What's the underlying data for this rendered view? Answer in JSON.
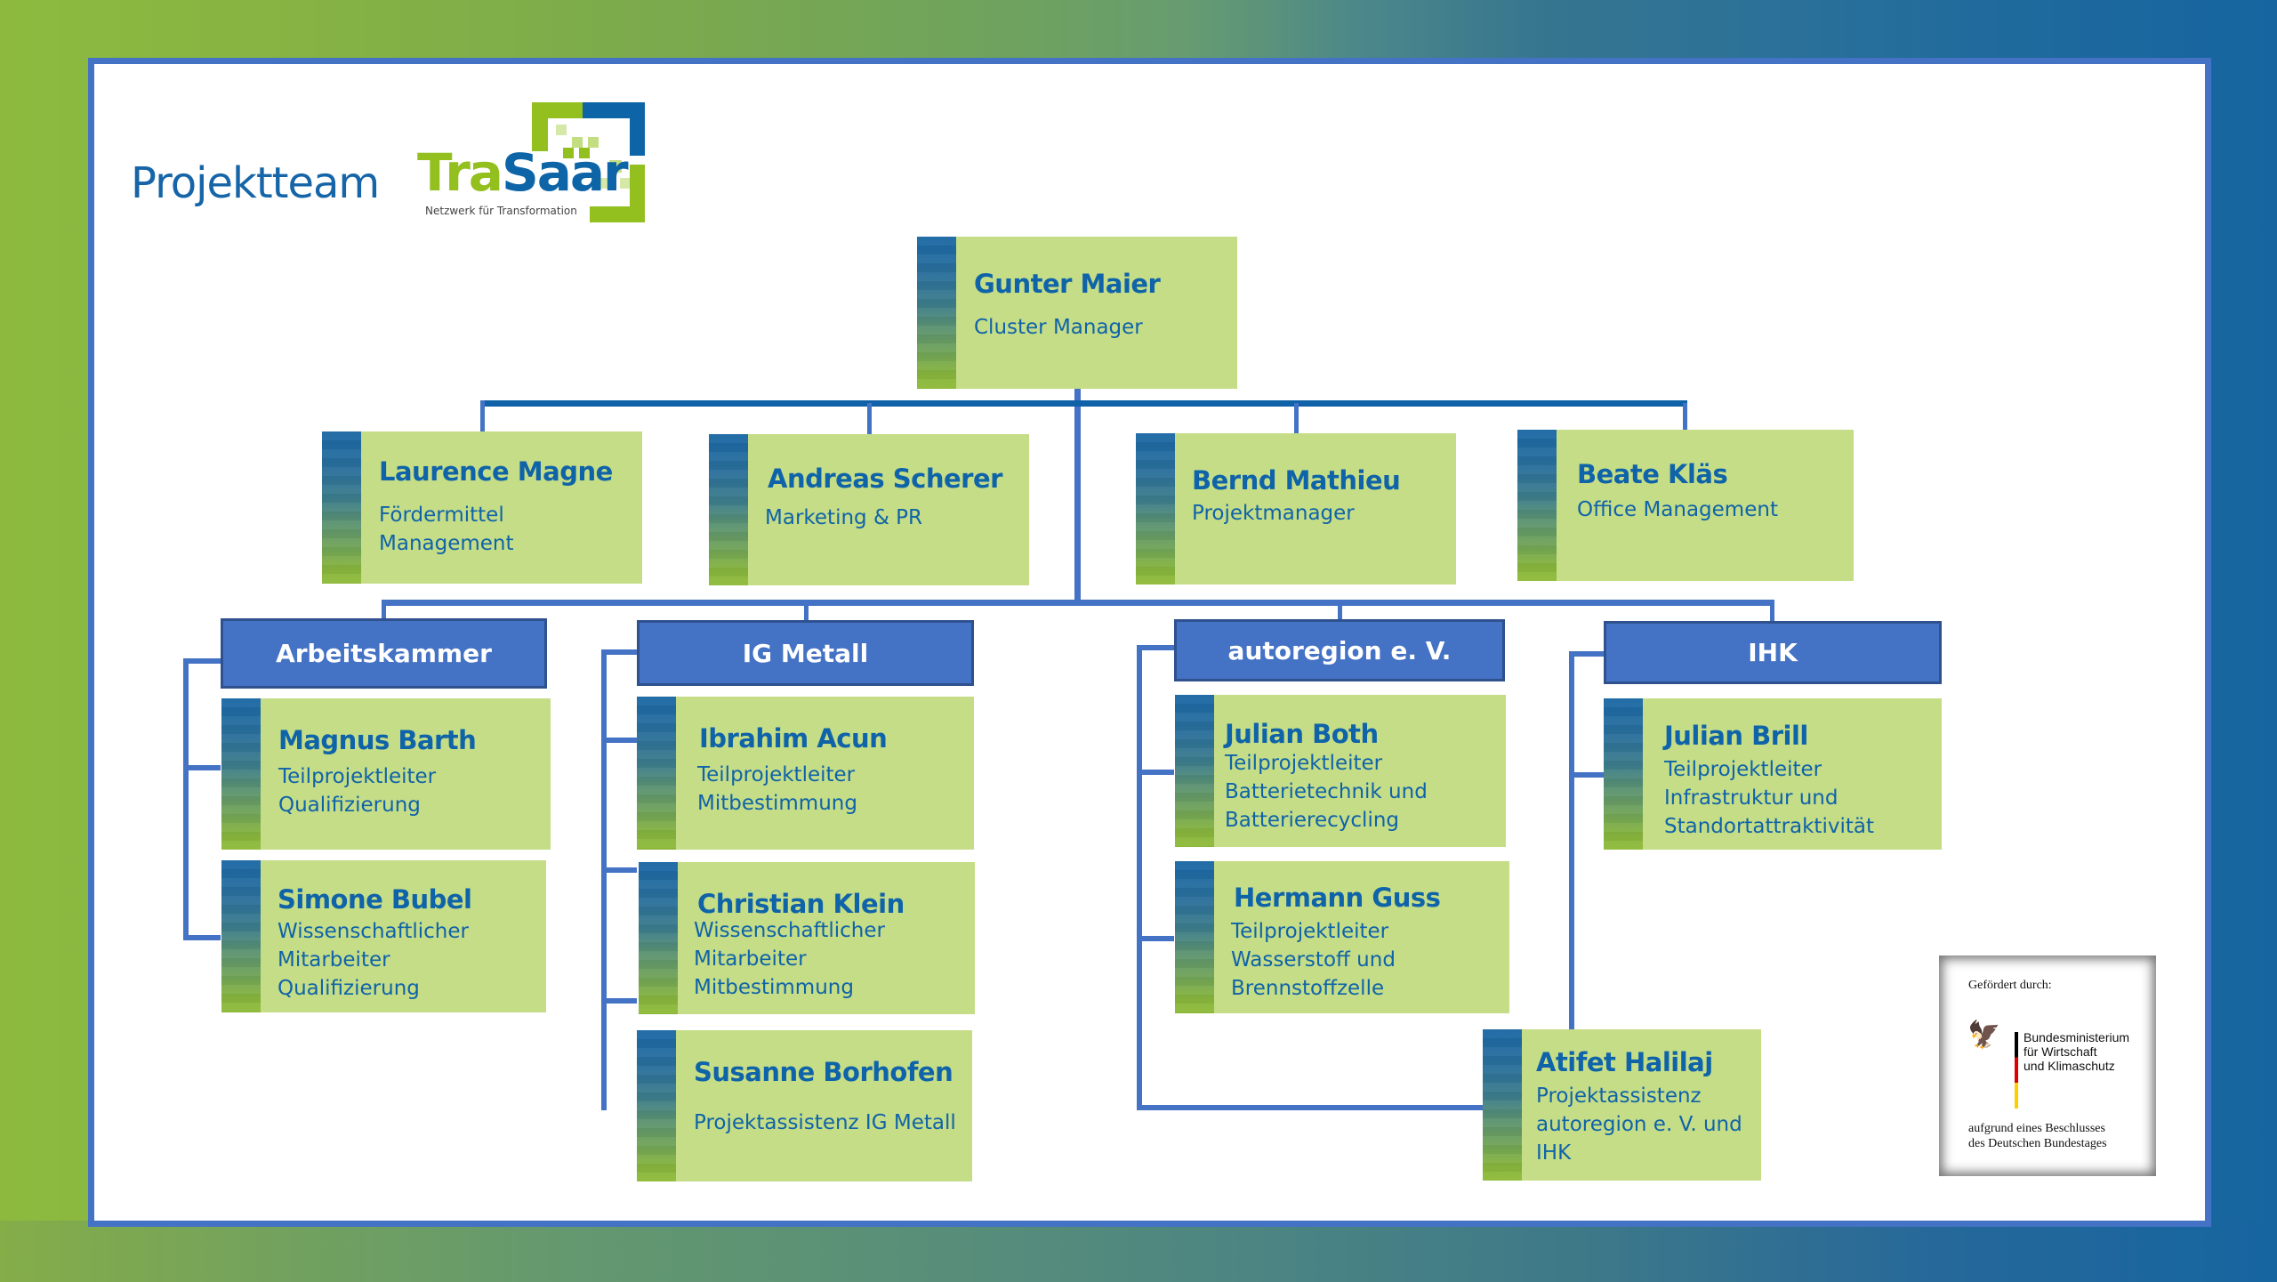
{
  "page": {
    "title": "Projektteam"
  },
  "logo": {
    "part1": "Tra",
    "part2": "Saar",
    "tagline": "Netzwerk für Transformation"
  },
  "head": {
    "name": "Gunter Maier",
    "role": "Cluster Manager"
  },
  "core_team": [
    {
      "name": "Laurence Magne",
      "role": "Fördermittel\nManagement"
    },
    {
      "name": "Andreas Scherer",
      "role": "Marketing & PR"
    },
    {
      "name": "Bernd Mathieu",
      "role": "Projektmanager"
    },
    {
      "name": "Beate Kläs",
      "role": "Office Management"
    }
  ],
  "organizations": [
    {
      "label": "Arbeitskammer",
      "members": [
        {
          "name": "Magnus Barth",
          "role": "Teilprojektleiter\nQualifizierung"
        },
        {
          "name": "Simone Bubel",
          "role": "Wissenschaftlicher\nMitarbeiter\nQualifizierung"
        }
      ]
    },
    {
      "label": "IG Metall",
      "members": [
        {
          "name": "Ibrahim Acun",
          "role": "Teilprojektleiter\nMitbestimmung"
        },
        {
          "name": "Christian Klein",
          "role": "Wissenschaftlicher\nMitarbeiter\nMitbestimmung"
        },
        {
          "name": "Susanne Borhofen",
          "role": "Projektassistenz IG Metall"
        }
      ]
    },
    {
      "label": "autoregion e. V.",
      "members": [
        {
          "name": "Julian Both",
          "role": "Teilprojektleiter\nBatterietechnik und\nBatterierecycling"
        },
        {
          "name": "Hermann Guss",
          "role": "Teilprojektleiter\nWasserstoff und\nBrennstoffzelle"
        }
      ]
    },
    {
      "label": "IHK",
      "members": [
        {
          "name": "Julian Brill",
          "role": "Teilprojektleiter\nInfrastruktur und\nStandortattraktivität"
        }
      ]
    }
  ],
  "shared_member": {
    "name": "Atifet Halilaj",
    "role": "Projektassistenz\nautoregion e. V. und\nIHK"
  },
  "funding": {
    "by": "Gefördert durch:",
    "ministry": "Bundesministerium\nfür Wirtschaft\nund Klimaschutz",
    "decision": "aufgrund eines Beschlusses\ndes Deutschen Bundestages"
  },
  "colors": {
    "card": "#c5dd87",
    "text_blue": "#0f63a8",
    "org_header": "#4472c4",
    "connector": "#4472c4",
    "accent_green": "#93c01f"
  }
}
